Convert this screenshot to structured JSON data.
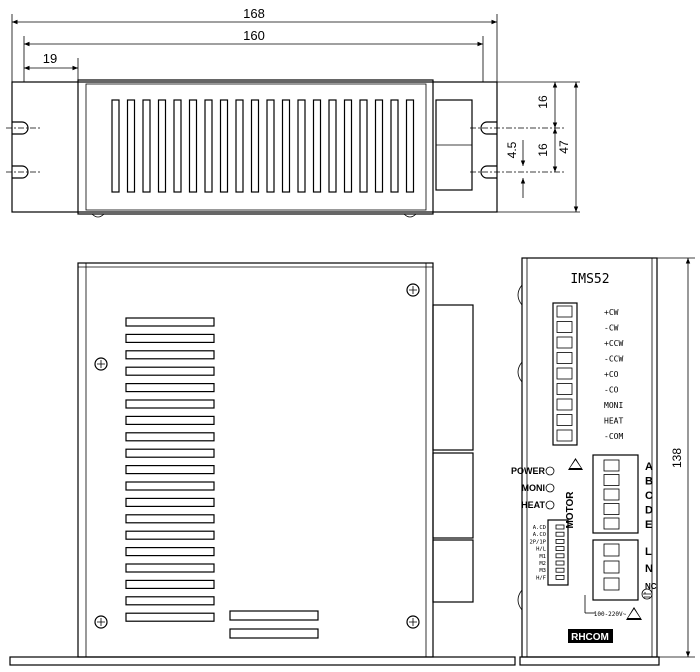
{
  "dimensions": {
    "overall_length": "168",
    "mounting_pitch": "160",
    "flange_offset": "19",
    "slot_pitch_top": "16",
    "slot_pitch_bottom": "16",
    "slot_width": "4.5",
    "overall_width": "47",
    "height": "138"
  },
  "front_panel": {
    "model": "IMS52",
    "io_labels": [
      "+CW",
      "-CW",
      "+CCW",
      "-CCW",
      "+CO",
      "-CO",
      "MONI",
      "HEAT",
      "-COM"
    ],
    "indicators": [
      "POWER",
      "MONI",
      "HEAT"
    ],
    "motor_label": "MOTOR",
    "motor_pins": [
      "A",
      "B",
      "C",
      "D",
      "E"
    ],
    "switch_labels": [
      "A.CD",
      "A.CO",
      "2P/1P",
      "H/L",
      "M1",
      "M2",
      "M3",
      "H/F"
    ],
    "power_pins": [
      "L",
      "N",
      "NC"
    ],
    "voltage_label": "100-220V~",
    "brand": "RHCOM"
  }
}
